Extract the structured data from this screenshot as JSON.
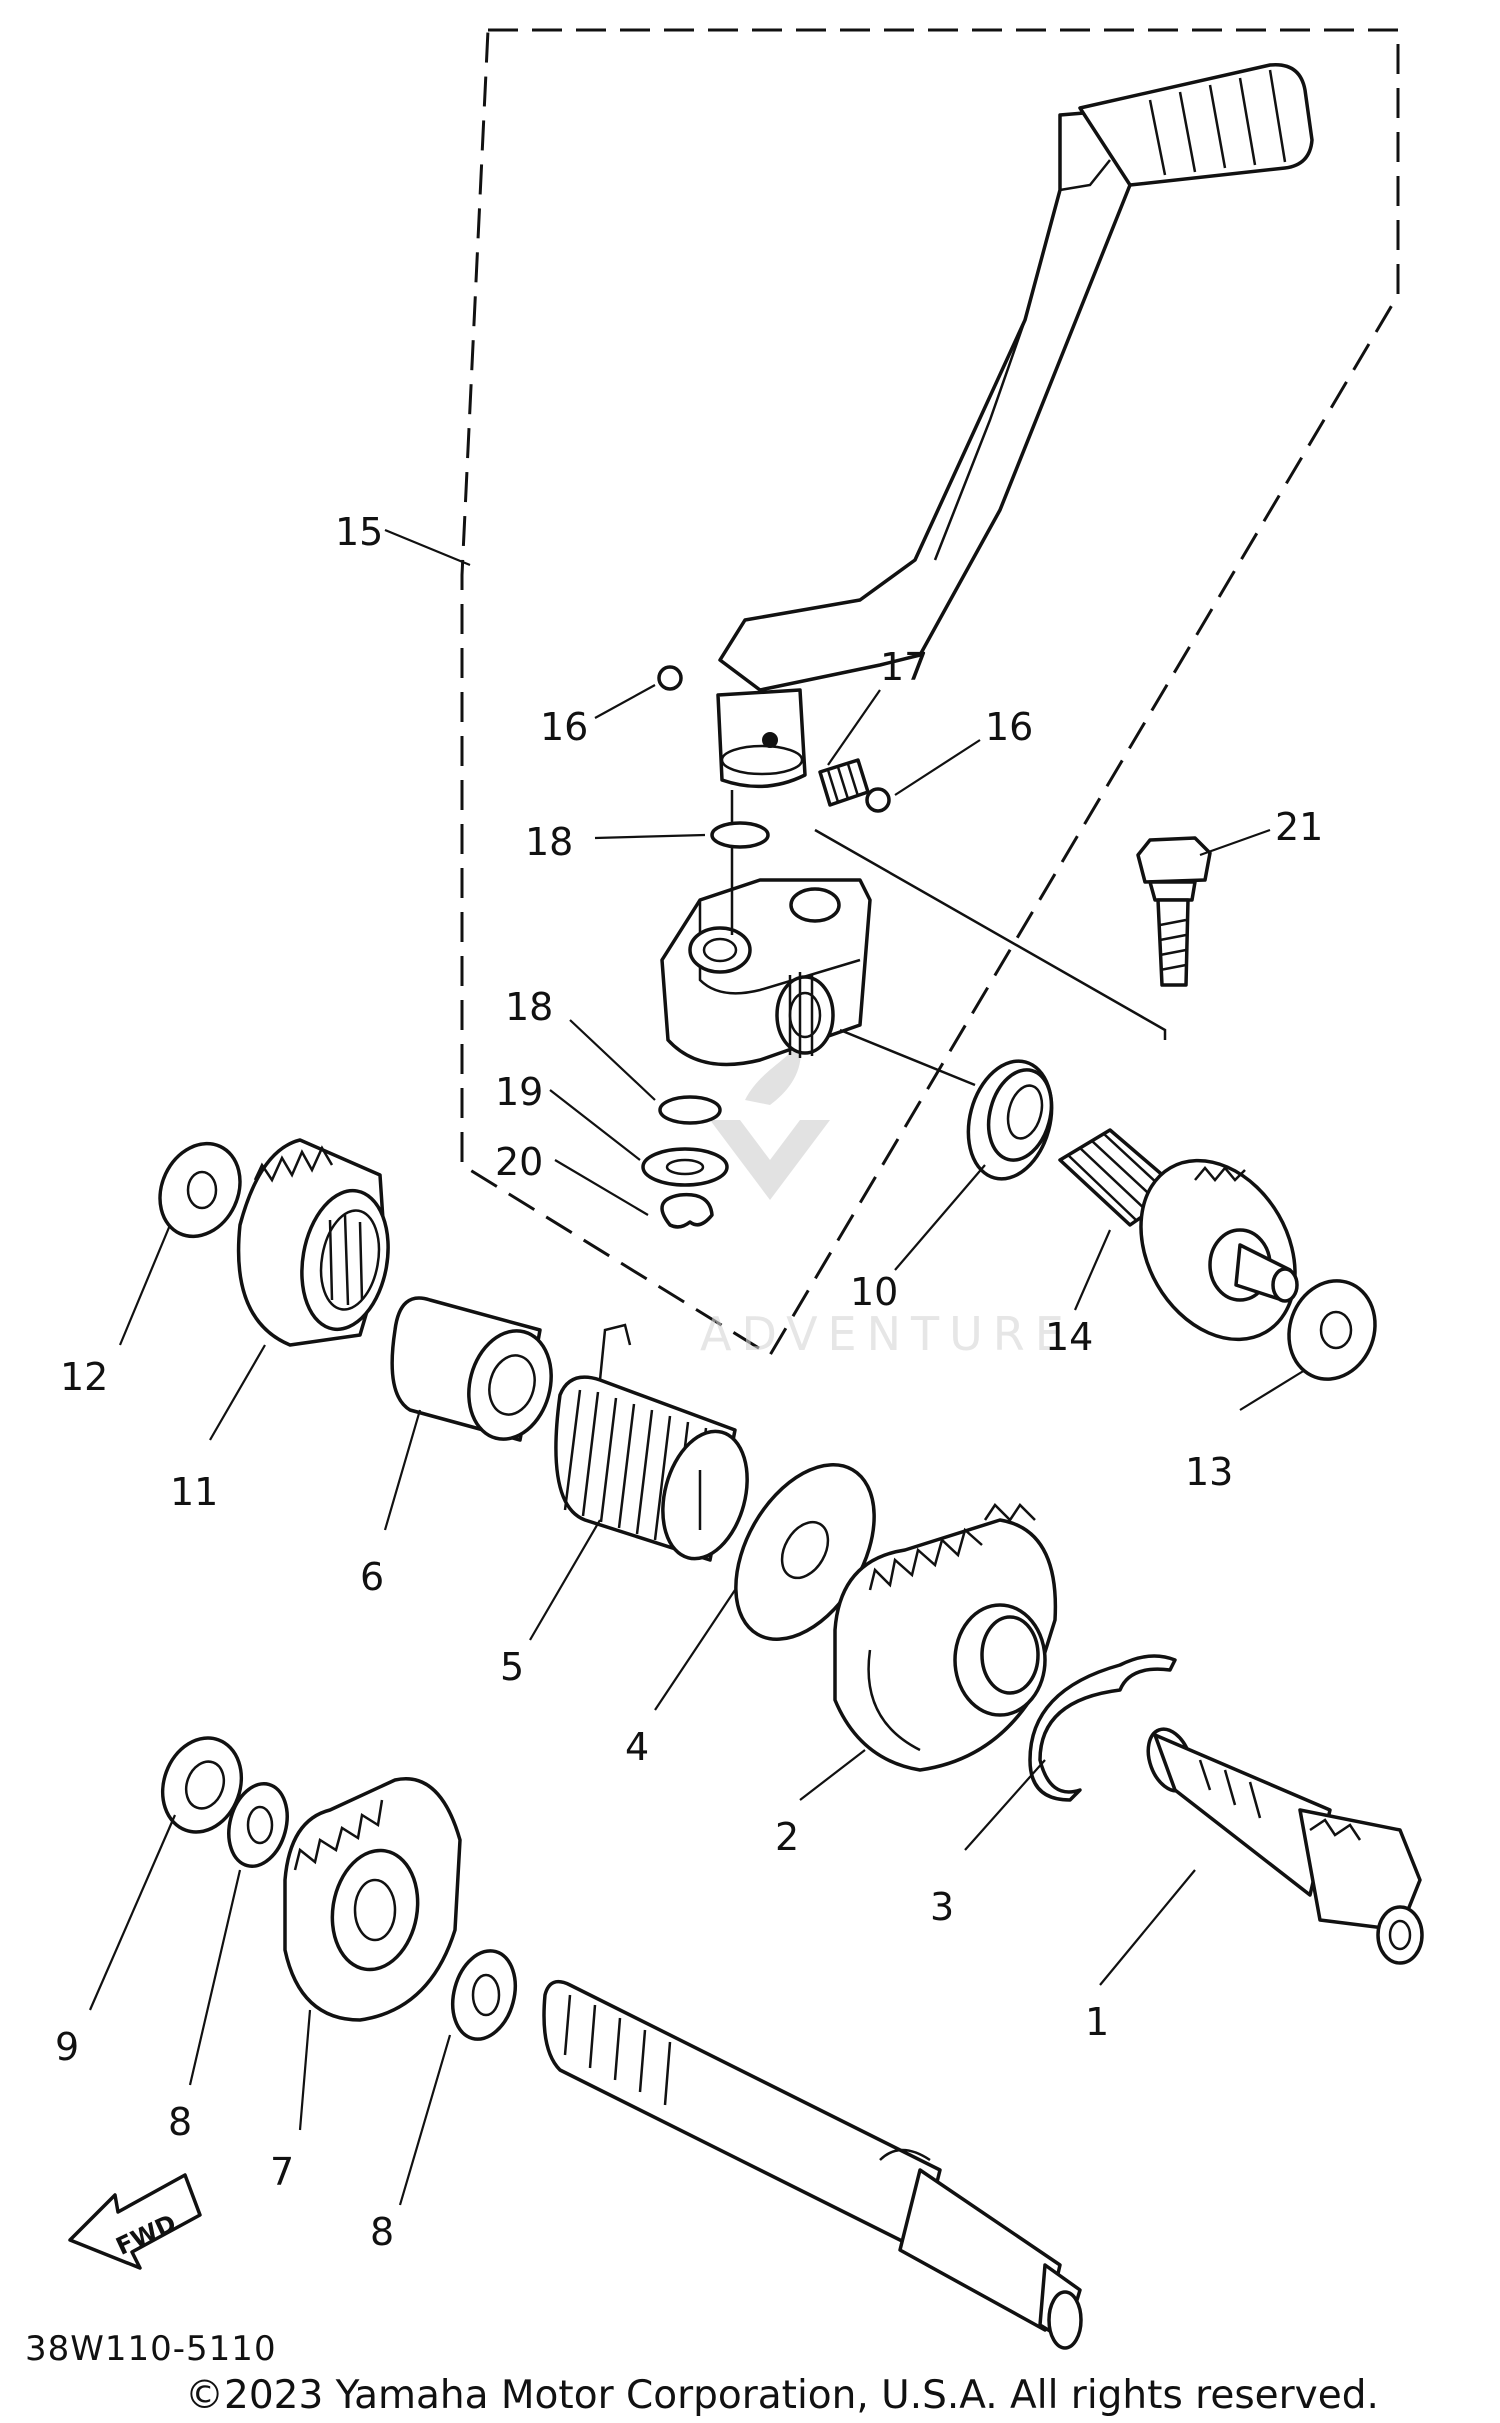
{
  "diagram": {
    "drawing_code": "38W110-5110",
    "copyright": "©2023 Yamaha Motor Corporation, U.S.A. All rights reserved.",
    "watermark": "ADVENTURE",
    "fwd_label": "FWD",
    "callouts": {
      "p1": "1",
      "p2": "2",
      "p3": "3",
      "p4": "4",
      "p5": "5",
      "p6": "6",
      "p7": "7",
      "p8a": "8",
      "p8b": "8",
      "p9": "9",
      "p10": "10",
      "p11": "11",
      "p12": "12",
      "p13": "13",
      "p14": "14",
      "p15": "15",
      "p16a": "16",
      "p16b": "16",
      "p17": "17",
      "p18a": "18",
      "p18b": "18",
      "p19": "19",
      "p20": "20",
      "p21": "21"
    }
  }
}
